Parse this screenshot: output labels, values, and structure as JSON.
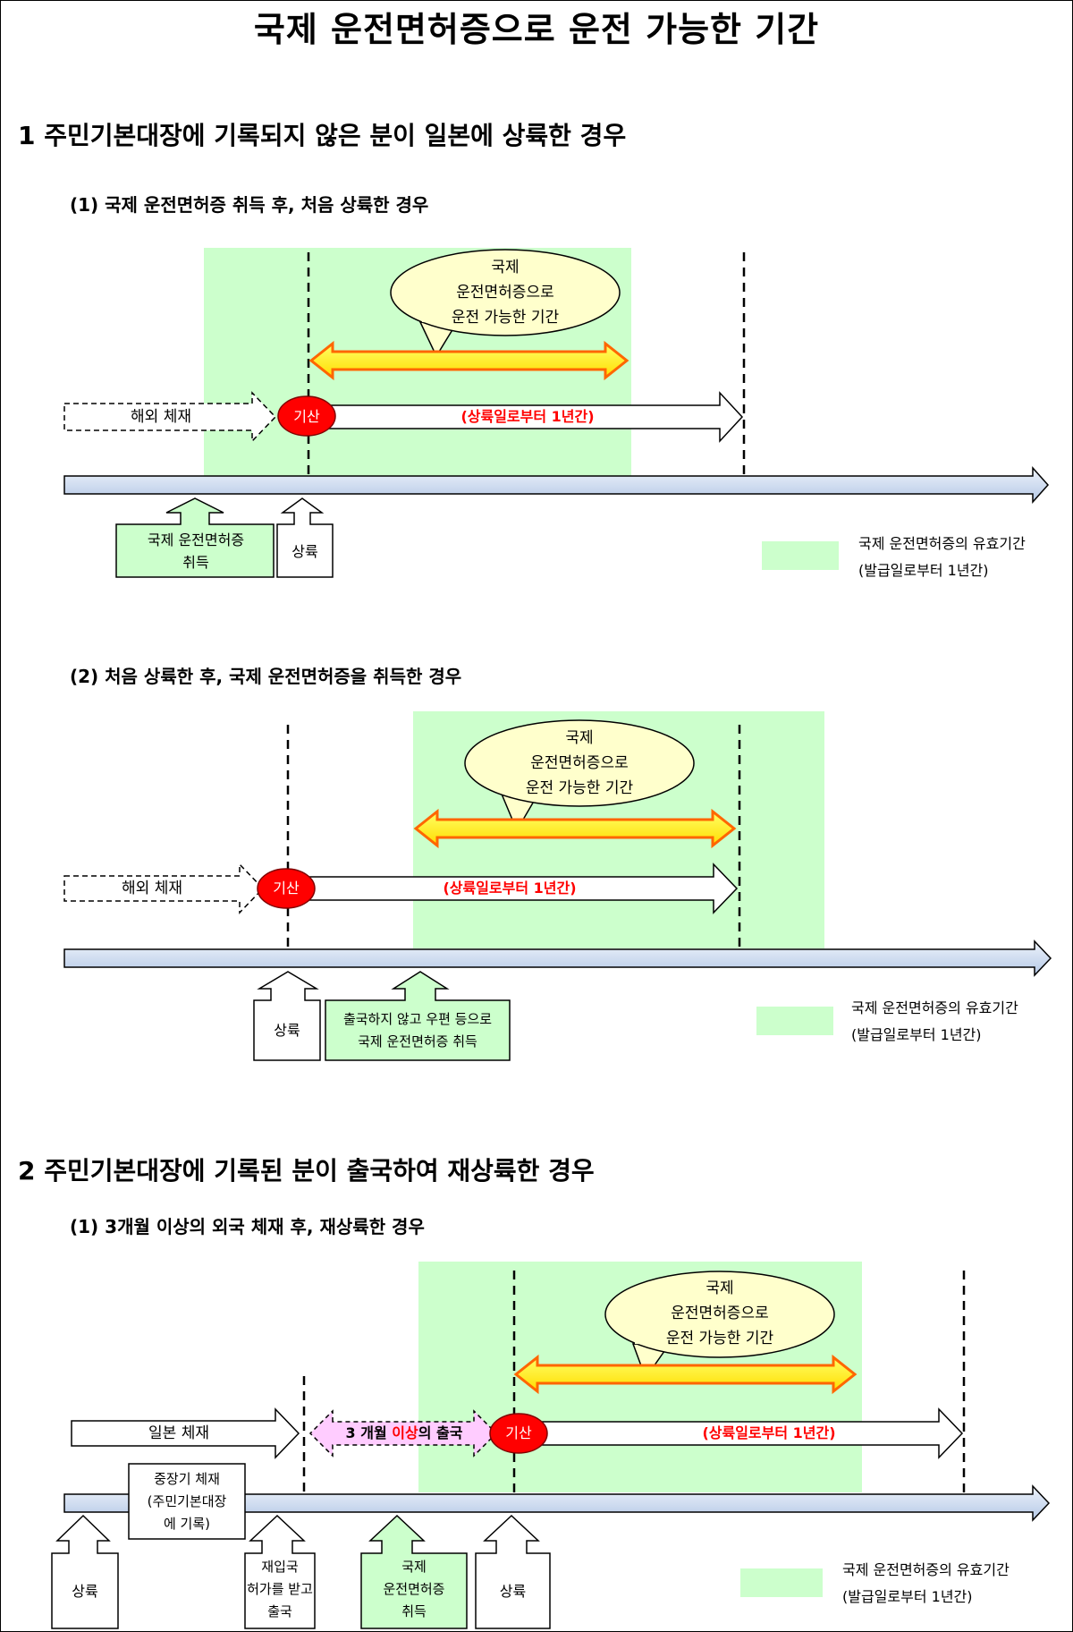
{
  "title": "국제 운전면허증으로 운전 가능한 기간",
  "section1": {
    "heading": "1 주민기본대장에 기록되지 않은 분이 일본에 상륙한 경우",
    "case1": {
      "heading": "(1) 국제 운전면허증 취득 후, 처음 상륙한 경우",
      "balloon": [
        "국제",
        "운전면허증으로",
        "운전 가능한 기간"
      ],
      "overseas": "해외 체재",
      "origin": "기산",
      "period": "(상륙일로부터 1년간)",
      "box_license": [
        "국제 운전면허증",
        "취득"
      ],
      "box_landing": "상륙"
    },
    "case2": {
      "heading": "(2) 처음 상륙한 후, 국제 운전면허증을 취득한 경우",
      "balloon": [
        "국제",
        "운전면허증으로",
        "운전 가능한 기간"
      ],
      "overseas": "해외 체재",
      "origin": "기산",
      "period": "(상륙일로부터 1년간)",
      "box_landing": "상륙",
      "box_license": [
        "출국하지 않고 우편 등으로",
        "국제 운전면허증 취득"
      ]
    }
  },
  "section2": {
    "heading": "2 주민기본대장에 기록된 분이 출국하여 재상륙한 경우",
    "case1": {
      "heading": "(1) 3개월 이상의 외국 체재 후, 재상륙한 경우",
      "balloon": [
        "국제",
        "운전면허증으로",
        "운전 가능한 기간"
      ],
      "stay_japan": "일본 체재",
      "departure": {
        "part1": "3 개월 ",
        "part2": "이상",
        "part3": "의 출국"
      },
      "origin": "기산",
      "period": "(상륙일로부터 1년간)",
      "box_midlong": [
        "중장기 체재",
        "(주민기본대장",
        "에 기록)"
      ],
      "box_landing1": "상륙",
      "box_reentry": [
        "재입국",
        "허가를 받고",
        "출국"
      ],
      "box_license": [
        "국제",
        "운전면허증",
        "취득"
      ],
      "box_landing2": "상륙"
    }
  },
  "legend": {
    "label": "국제 운전면허증의 유효기간",
    "sub": "(발급일로부터 1년간)",
    "color": "#ccffcc"
  },
  "colors": {
    "green_zone": "#ccffcc",
    "origin_circle": "#ff0000",
    "double_arrow_fill": "#ffff00",
    "double_arrow_stroke": "#ff6600",
    "timeline": "#c8d8ee",
    "balloon": "#ffffcc",
    "departure_arrow": "#ffccff"
  }
}
